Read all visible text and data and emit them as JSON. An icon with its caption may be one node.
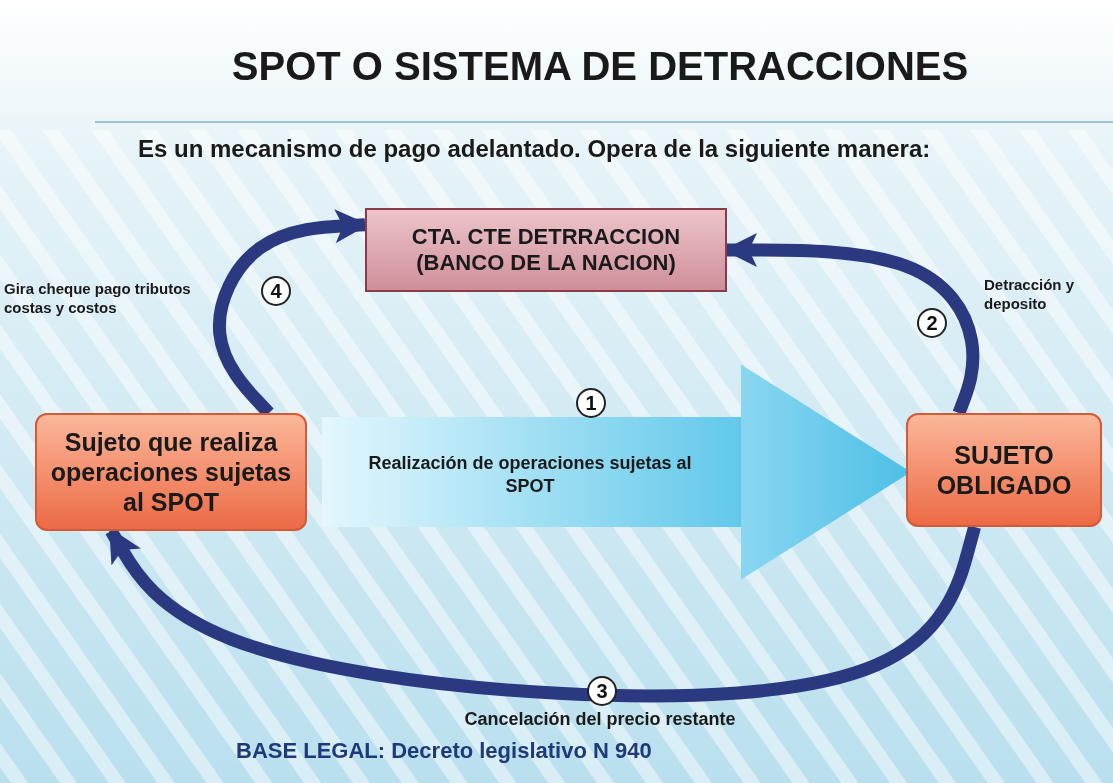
{
  "diagram": {
    "title": "SPOT O SISTEMA DE DETRACCIONES",
    "nodes": [
      {
        "text": [
          "CTA. CTE DETRRACCION (BANCO DE LA NACION)"
        ]
      },
      {
        "text": [
          "Sujeto que realiza operaciones sujetas al SPOT"
        ]
      },
      {
        "text": [
          "SUJETO OBLIGADO"
        ]
      }
    ],
    "edges": [
      {
        "from": 2,
        "to": 0,
        "arrow": "to",
        "label": "Detracción y deposito"
      },
      {
        "from": 1,
        "to": 0,
        "arrow": "to",
        "label": "Gira cheque pago tributos costas y costos"
      },
      {
        "from": 2,
        "to": 1,
        "arrow": "to",
        "label": "Cancelación del precio restante"
      },
      {
        "from": 1,
        "to": 2,
        "arrow": "to",
        "label": "Realización de operaciones sujetas al SPOT",
        "style": "thick"
      }
    ],
    "labels": [
      "Es un mecanismo de pago adelantado. Opera de la siguiente manera:",
      "4",
      "2",
      "1",
      "3",
      "BASE LEGAL: Decreto legislativo N  940"
    ]
  }
}
